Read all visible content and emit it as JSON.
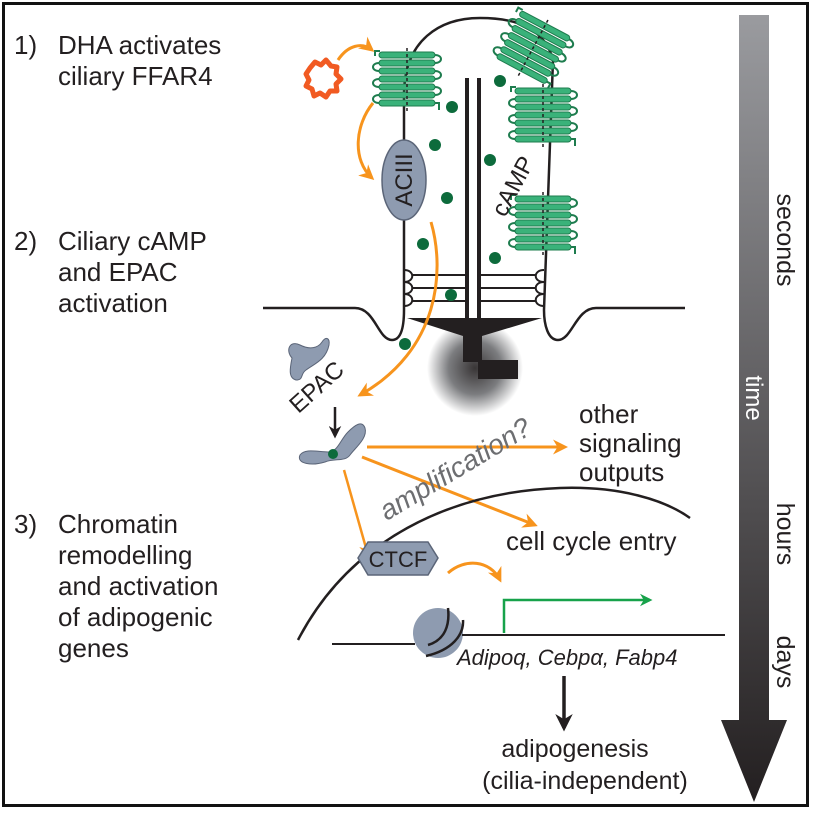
{
  "steps": [
    {
      "number": "1)",
      "lines": [
        "DHA activates",
        "ciliary FFAR4"
      ]
    },
    {
      "number": "2)",
      "lines": [
        "Ciliary cAMP",
        "and EPAC",
        "activation"
      ]
    },
    {
      "number": "3)",
      "lines": [
        "Chromatin",
        "remodelling",
        "and activation",
        "of adipogenic",
        "genes"
      ]
    }
  ],
  "labels": {
    "acIII": "ACIII",
    "camp": "cAMP",
    "epac": "EPAC",
    "amplification": "amplification?",
    "other_outputs": [
      "other",
      "signaling",
      "outputs"
    ],
    "cell_cycle": "cell cycle entry",
    "ctcf": "CTCF",
    "genes": "Adipoq, Cebpα, Fabp4",
    "adipogenesis": "adipogenesis",
    "cilia_independent": "(cilia-independent)"
  },
  "timeline": {
    "axis_label": "time",
    "marks": [
      "seconds",
      "hours",
      "days"
    ]
  },
  "colors": {
    "orange_arrow": "#f7941d",
    "dha": "#f15a22",
    "receptor": "#3ab27a",
    "receptor_outline": "#1e7c4e",
    "camp_dot": "#0d6b3c",
    "protein_gray": "#8e9bb0",
    "transcription_arrow": "#17a24a"
  }
}
